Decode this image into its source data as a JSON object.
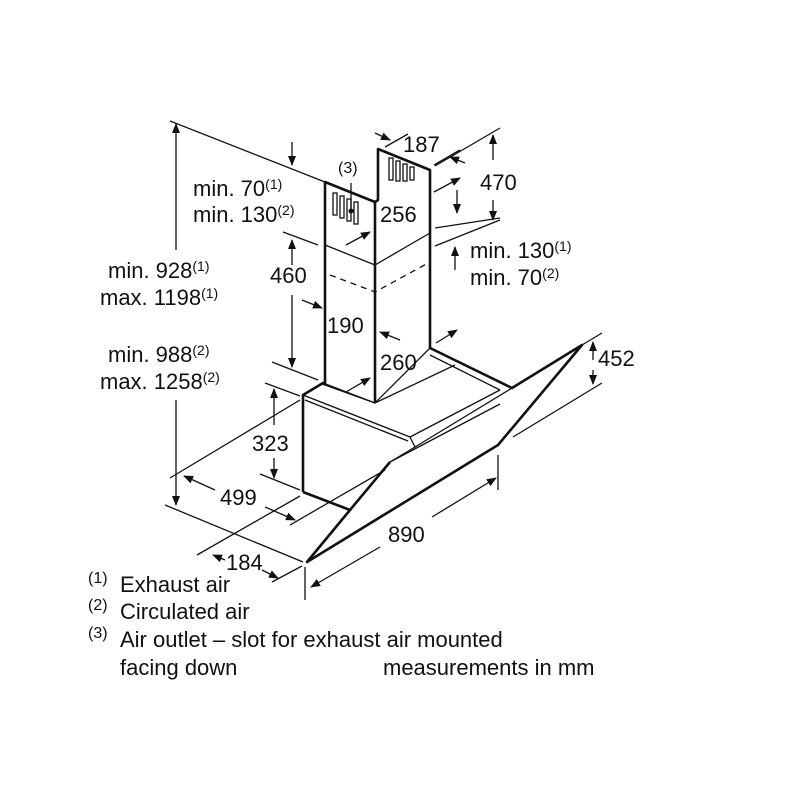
{
  "dimensions": {
    "d187": "187",
    "d470": "470",
    "d256": "256",
    "d460": "460",
    "d190": "190",
    "d260": "260",
    "d452": "452",
    "d323": "323",
    "d499": "499",
    "d890": "890",
    "d184": "184",
    "callout3": "(3)",
    "top_gap": {
      "line1": "min. 70",
      "sup1": "(1)",
      "line2": "min. 130",
      "sup2": "(2)"
    },
    "lower_gap": {
      "line1": "min. 130",
      "sup1": "(1)",
      "line2": "min. 70",
      "sup2": "(2)"
    },
    "height_exhaust": {
      "line1": "min. 928",
      "sup1": "(1)",
      "line2": "max. 1198",
      "sup2": "(1)"
    },
    "height_circulated": {
      "line1": "min. 988",
      "sup1": "(2)",
      "line2": "max. 1258",
      "sup2": "(2)"
    }
  },
  "legend": [
    {
      "mark": "(1)",
      "text": "Exhaust air"
    },
    {
      "mark": "(2)",
      "text": "Circulated air"
    },
    {
      "mark": "(3)",
      "text": "Air outlet – slot for exhaust air mounted",
      "text2": "facing down"
    }
  ],
  "units_note": "measurements in mm"
}
